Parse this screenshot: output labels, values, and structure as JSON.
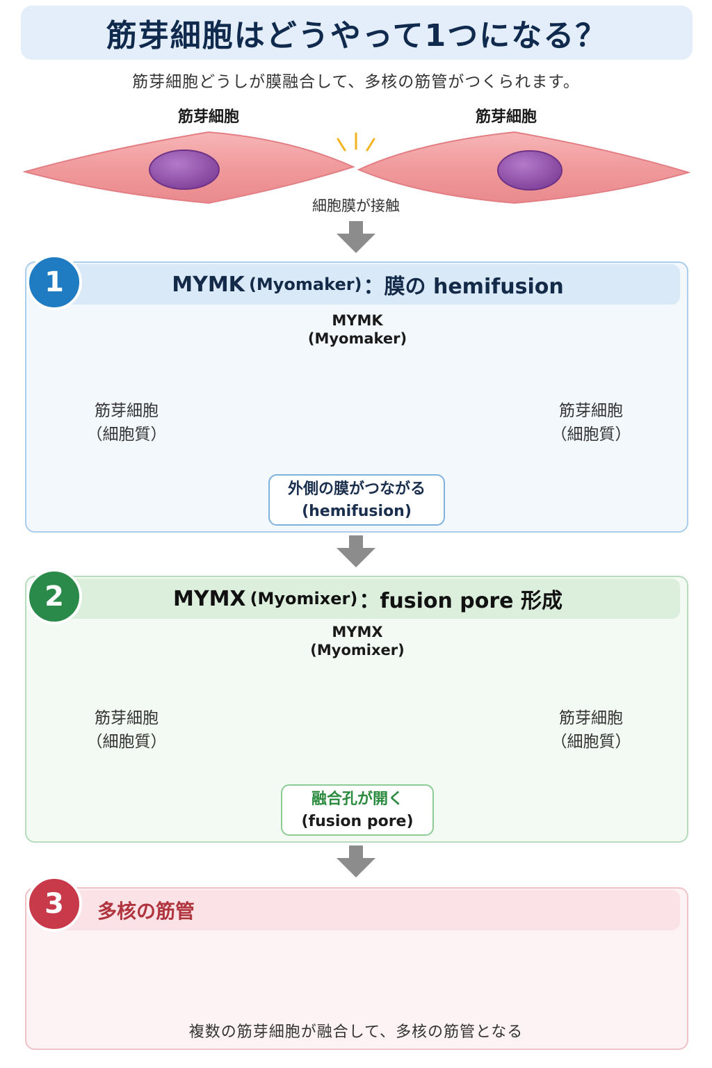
{
  "title": "筋芽細胞はどうやって1つになる？",
  "subtitle": "筋芽細胞どうしが膜融合して、多核の筋管がつくられます。",
  "top": {
    "left_cell_label": "筋芽細胞",
    "right_cell_label": "筋芽細胞",
    "contact_caption": "細胞膜が接触"
  },
  "step1": {
    "number": "1",
    "heading_main": "MYMK",
    "heading_paren": "(Myomaker)",
    "heading_rest": "：膜の hemifusion",
    "protein_line1": "MYMK",
    "protein_line2": "(Myomaker)",
    "left_cell_line1": "筋芽細胞",
    "left_cell_line2": "（細胞質）",
    "right_cell_line1": "筋芽細胞",
    "right_cell_line2": "（細胞質）",
    "callout_line1": "外側の膜がつながる",
    "callout_line2": "(hemifusion)"
  },
  "step2": {
    "number": "2",
    "heading_main": "MYMX",
    "heading_paren": "(Myomixer)",
    "heading_rest": "：fusion pore 形成",
    "protein_line1": "MYMX",
    "protein_line2": "(Myomixer)",
    "left_cell_line1": "筋芽細胞",
    "left_cell_line2": "（細胞質）",
    "right_cell_line1": "筋芽細胞",
    "right_cell_line2": "（細胞質）",
    "callout_line1": "融合孔が開く",
    "callout_line2": "(fusion pore)"
  },
  "step3": {
    "number": "3",
    "heading": "多核の筋管",
    "caption": "複数の筋芽細胞が融合して、多核の筋管となる"
  },
  "colors": {
    "step1_accent": "#1f7cc2",
    "step2_accent": "#2a8a4a",
    "step3_accent": "#c8394a",
    "cell_pink": "#f29a9e",
    "cell_orange": "#f6a873",
    "nucleus_purple": "#9b57b3",
    "protein_blue": "#6cb8e8",
    "protein_green": "#4b9a57"
  }
}
